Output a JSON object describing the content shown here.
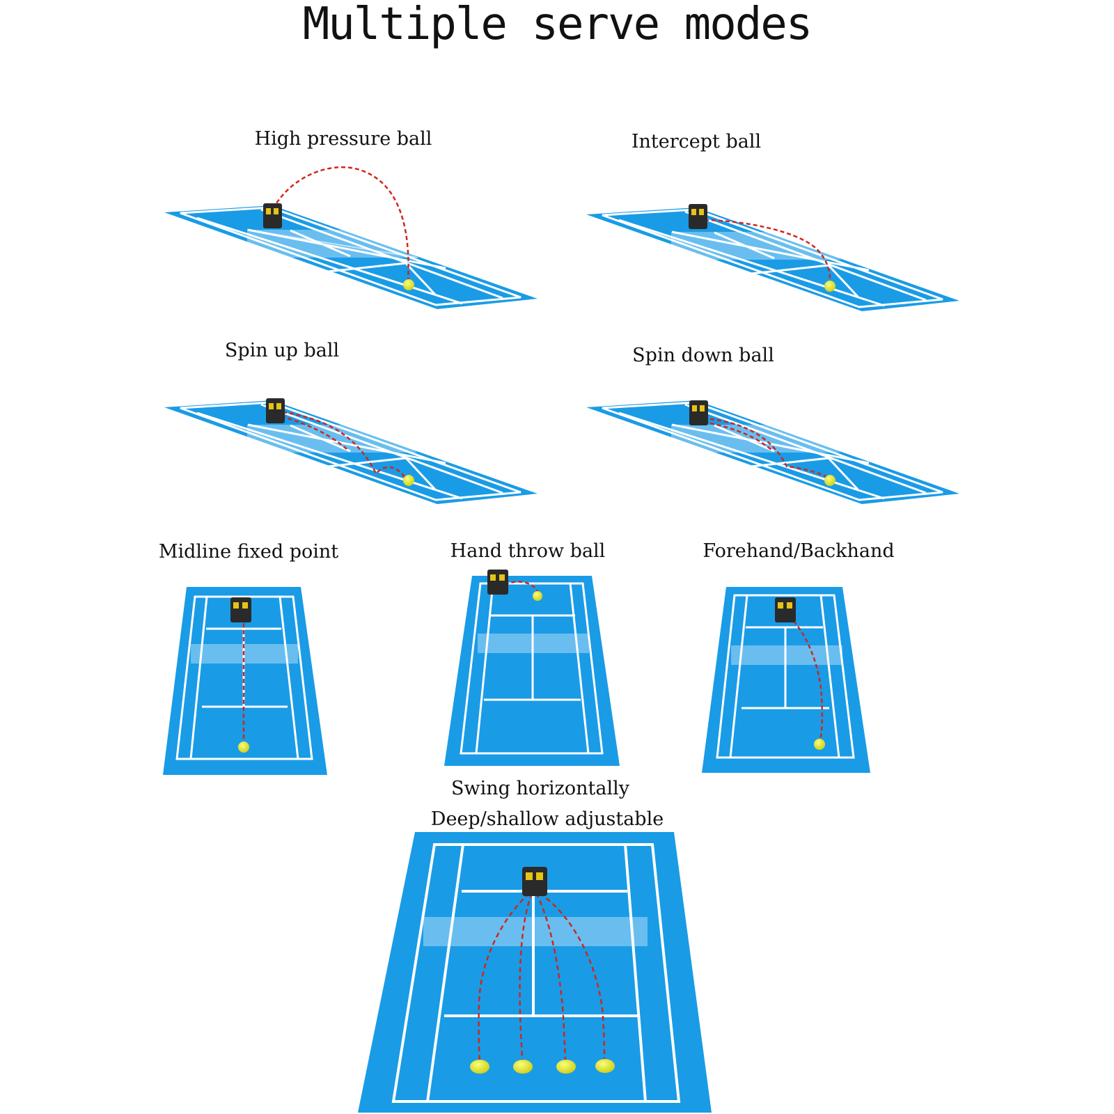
{
  "title": "Multiple serve modes",
  "modes": [
    {
      "label": "High pressure ball"
    },
    {
      "label": "Intercept ball"
    },
    {
      "label": "Spin up ball"
    },
    {
      "label": "Spin down ball"
    },
    {
      "label": "Midline fixed point"
    },
    {
      "label": "Hand throw ball"
    },
    {
      "label": "Forehand/Backhand"
    },
    {
      "label": "Swing horizontally",
      "label2": "Deep/shallow adjustable"
    }
  ],
  "colors": {
    "court": "#1a9be6",
    "court_dark": "#0f86d2",
    "lines": "#ffffff",
    "trajectory": "#d0261d",
    "ball": "#e6e81e",
    "machine": "#2a2a2a"
  }
}
